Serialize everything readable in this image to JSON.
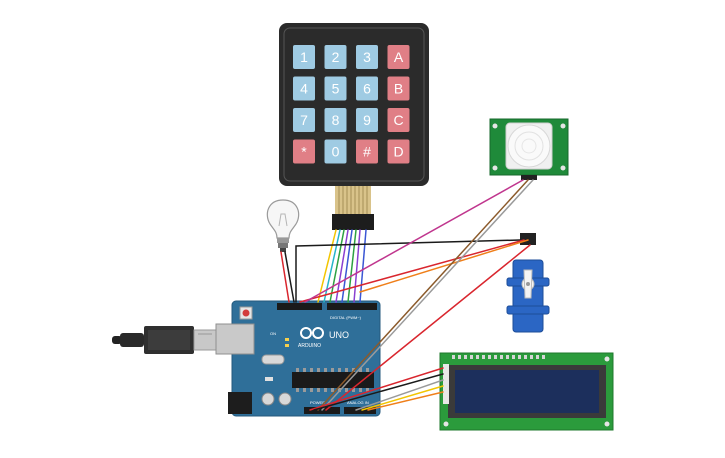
{
  "keypad": {
    "keys": [
      [
        "1",
        "2",
        "3",
        "A"
      ],
      [
        "4",
        "5",
        "6",
        "B"
      ],
      [
        "7",
        "8",
        "9",
        "C"
      ],
      [
        "*",
        "0",
        "#",
        "D"
      ]
    ],
    "colors": {
      "digit": "#9fcbe3",
      "letter": "#e07f86",
      "body": "#2b2b2b",
      "label": "#ffffff"
    }
  },
  "arduino": {
    "model_label": "UNO",
    "brand_label": "ARDUINO",
    "header_label": "DIGITAL (PWM~)",
    "analog_label": "ANALOG IN",
    "power_label": "POWER",
    "on_label": "ON",
    "board_color": "#2f6f99"
  },
  "components": {
    "bulb": "lightbulb-icon",
    "usb": "usb-cable-icon",
    "pir": "pir-sensor-icon",
    "servo": "servo-motor-icon",
    "lcd": "lcd-display-icon"
  },
  "wire_colors": {
    "red": "#d9262e",
    "black": "#1a1a1a",
    "orange": "#ef7f1a",
    "magenta": "#c0368e",
    "brown": "#8b5a2b",
    "grey": "#9a9a9a",
    "yellow": "#f2c500",
    "blue": "#3a56d4",
    "green": "#2ea043",
    "purple": "#8a3fd1",
    "cyan": "#26b5c9"
  }
}
